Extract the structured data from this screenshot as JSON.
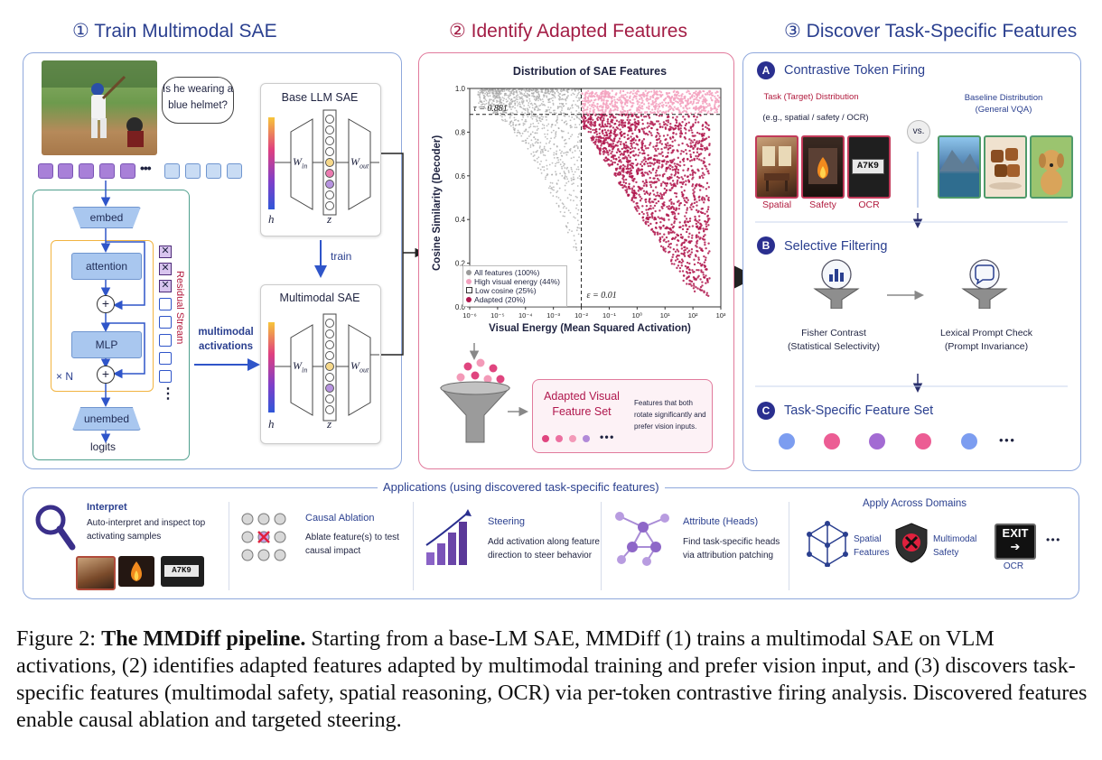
{
  "sections": {
    "s1_title": "① Train Multimodal SAE",
    "s2_title": "② Identify Adapted Features",
    "s3_title": "③ Discover Task-Specific Features"
  },
  "panel1": {
    "speech": "Is he wearing a blue helmet?",
    "ellipsis": "•••",
    "embed": "embed",
    "attention": "attention",
    "mlp": "MLP",
    "plus": "+",
    "times_n": "× N",
    "unembed": "unembed",
    "logits": "logits",
    "residual_stream": "Residual Stream",
    "multimodal_activations": "multimodal activations",
    "base_sae_title": "Base LLM SAE",
    "multimodal_sae_title": "Multimodal SAE",
    "train_label": "train",
    "h": "h",
    "z": "z",
    "w_in": "W",
    "w_in_sub": "in",
    "w_out": "W",
    "w_out_sub": "out",
    "stream_more": "⋮"
  },
  "panel2": {
    "plot_title": "Distribution of SAE Features",
    "funnel_box_title": "Adapted Visual Feature Set",
    "funnel_box_desc": "Features that both rotate significantly and prefer vision inputs.",
    "ellipsis": "• • •"
  },
  "chart_data": {
    "type": "scatter",
    "title": "Distribution of SAE Features",
    "xlabel": "Visual Energy (Mean Squared Activation)",
    "ylabel": "Cosine Similarity (Decoder)",
    "xscale": "log",
    "xlim": [
      1e-06,
      1000
    ],
    "ylim": [
      0.0,
      1.0
    ],
    "xticks": [
      "10⁻⁶",
      "10⁻⁵",
      "10⁻⁴",
      "10⁻³",
      "10⁻²",
      "10⁻¹",
      "10⁰",
      "10¹",
      "10²",
      "10³"
    ],
    "yticks": [
      "0.0",
      "0.2",
      "0.4",
      "0.6",
      "0.8",
      "1.0"
    ],
    "thresholds": {
      "tau_label": "τ = 0.881",
      "tau": 0.881,
      "eps_label": "ε = 0.01",
      "eps": 0.01
    },
    "legend": [
      {
        "label": "All features (100%)",
        "color": "#9a9a9a"
      },
      {
        "label": "High visual energy (44%)",
        "color": "#f2a0bd"
      },
      {
        "label": "Low cosine (25%)",
        "color": "#ffffff"
      },
      {
        "label": "Adapted (20%)",
        "color": "#b0174d"
      }
    ],
    "series": [
      {
        "name": "All features (100%)",
        "region": "x < 0.01 or cos > 0.881",
        "color": "#a8a8a8"
      },
      {
        "name": "High visual energy (44%)",
        "region": "x > 0.01, cos > 0.881",
        "color": "#f4a3c0"
      },
      {
        "name": "Adapted (20%)",
        "region": "x > 0.01, cos < 0.881",
        "color": "#b0174d"
      }
    ],
    "grid": false,
    "legend_position": "bottom-left"
  },
  "panel3": {
    "a_badge": "A",
    "a_title": "Contrastive Token Firing",
    "task_dist_title": "Task (Target) Distribution",
    "task_dist_sub": "(e.g., spatial / safety / OCR)",
    "vs": "vs.",
    "baseline_title": "Baseline Distribution",
    "baseline_sub": "(General VQA)",
    "img_labels": [
      "Spatial",
      "Safety",
      "OCR"
    ],
    "plate_text": "A7K9",
    "b_badge": "B",
    "b_title": "Selective Filtering",
    "fisher": "Fisher Contrast (Statistical Selectivity)",
    "lexical": "Lexical Prompt Check (Prompt Invariance)",
    "c_badge": "C",
    "c_title": "Task-Specific Feature Set",
    "ellipsis": "• • •",
    "dot_colors": [
      "#7c9df0",
      "#ec5d94",
      "#a36bd3",
      "#ec5d94",
      "#7c9df0"
    ]
  },
  "apps": {
    "title": "Applications (using discovered task-specific features)",
    "interpret_title": "Interpret",
    "interpret_desc": "Auto-interpret and inspect top activating samples",
    "ablation_title": "Causal Ablation",
    "ablation_desc": "Ablate feature(s) to test causal impact",
    "steering_title": "Steering",
    "steering_desc": "Add activation along feature direction to steer behavior",
    "attribute_title": "Attribute (Heads)",
    "attribute_desc": "Find task-specific heads via attribution patching",
    "domains_title": "Apply Across Domains",
    "spatial_features": "Spatial Features",
    "multimodal_safety": "Multimodal Safety",
    "exit": "EXIT",
    "ocr": "OCR",
    "ellipsis": "• • •",
    "plate_text": "A7K9"
  },
  "caption": {
    "prefix": "Figure 2:",
    "bold": "The MMDiff pipeline.",
    "text": "Starting from a base-LM SAE, MMDiff (1) trains a multimodal SAE on VLM activations, (2) identifies adapted features adapted by multimodal training and prefer vision input, and (3) discovers task-specific features (multimodal safety, spatial reasoning, OCR) via per-token contrastive firing analysis. Discovered features enable causal ablation and targeted steering."
  }
}
